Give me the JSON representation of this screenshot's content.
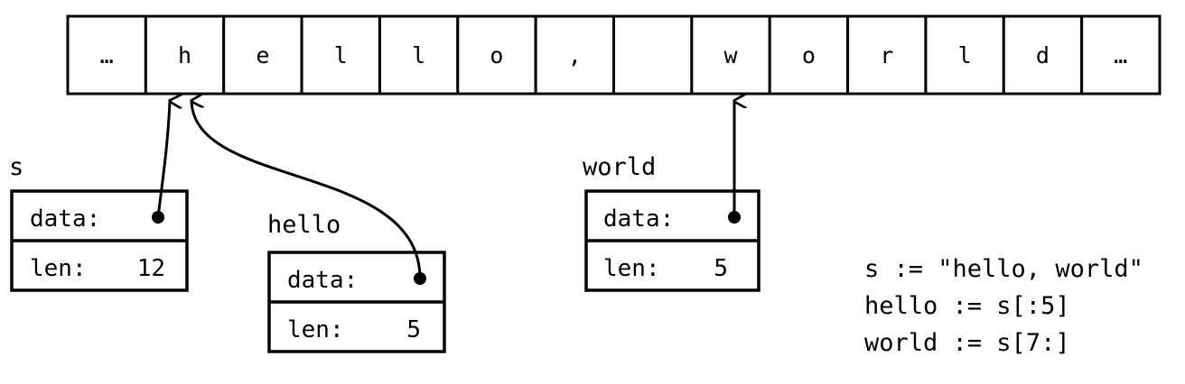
{
  "memory": {
    "cells": [
      "…",
      "h",
      "e",
      "l",
      "l",
      "o",
      ",",
      "",
      "w",
      "o",
      "r",
      "l",
      "d",
      "…"
    ]
  },
  "headers": [
    {
      "name": "s",
      "field_data": "data:",
      "field_len": "len:",
      "len_value": "12",
      "points_to_cell": 1
    },
    {
      "name": "hello",
      "field_data": "data:",
      "field_len": "len:",
      "len_value": "5",
      "points_to_cell": 1
    },
    {
      "name": "world",
      "field_data": "data:",
      "field_len": "len:",
      "len_value": "5",
      "points_to_cell": 8
    }
  ],
  "code_lines": [
    "s := \"hello, world\"",
    "hello := s[:5]",
    "world := s[7:]"
  ]
}
